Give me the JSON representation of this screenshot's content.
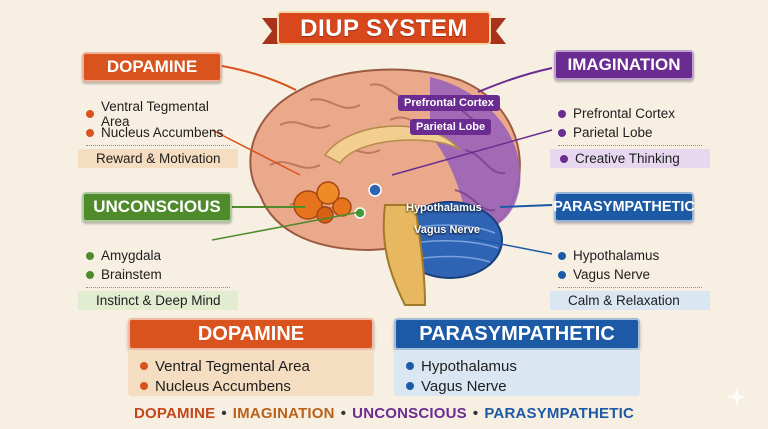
{
  "title": "DIUP SYSTEM",
  "colors": {
    "dopamine": "#d9531e",
    "imagination": "#6b2c91",
    "unconscious": "#4f8a2b",
    "parasympathetic": "#1d5aa6",
    "background": "#f7efe2"
  },
  "panels": {
    "dopamine": {
      "header": "DOPAMINE",
      "items": [
        "Ventral Tegmental Area",
        "Nucleus Accumbens"
      ],
      "summary": "Reward & Motivation"
    },
    "imagination": {
      "header": "IMAGINATION",
      "items": [
        "Prefrontal Cortex",
        "Parietal Lobe"
      ],
      "summary": "Creative Thinking"
    },
    "unconscious": {
      "header": "UNCONSCIOUS",
      "items": [
        "Amygdala",
        "Brainstem"
      ],
      "summary": "Instinct & Deep Mind"
    },
    "parasympathetic": {
      "header": "PARASYMPATHETIC",
      "items": [
        "Hypothalamus",
        "Vagus Nerve"
      ],
      "summary": "Calm & Relaxation"
    }
  },
  "brain_labels": {
    "prefrontal": "Prefrontal Cortex",
    "parietal": "Parietal Lobe",
    "hypothalamus": "Hypothalamus",
    "vagus": "Vagus Nerve"
  },
  "bottom": {
    "dopamine": {
      "header": "DOPAMINE",
      "items": [
        "Ventral Tegmental Area",
        "Nucleus Accumbens"
      ]
    },
    "parasympathetic": {
      "header": "PARASYMPATHETIC",
      "items": [
        "Hypothalamus",
        "Vagus Nerve"
      ]
    }
  },
  "footer": [
    "DOPAMINE",
    "IMAGINATION",
    "UNCONSCIOUS",
    "PARASYMPATHETIC"
  ],
  "footer_separator": "•"
}
